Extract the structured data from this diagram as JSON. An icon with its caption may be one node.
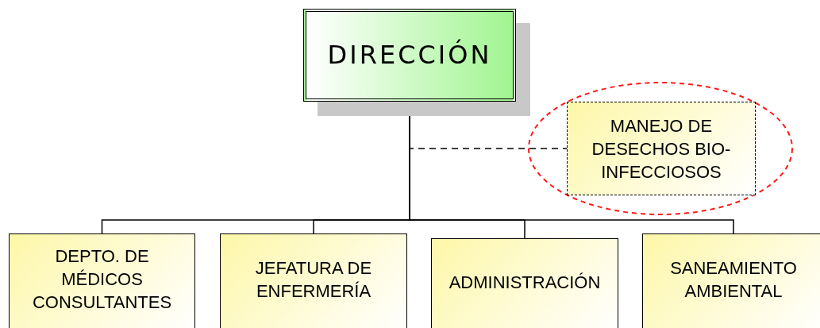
{
  "diagram": {
    "nodes": [
      {
        "text": [
          "DIRECCIÓN"
        ]
      },
      {
        "text": [
          "MANEJO DE DESECHOS BIO-INFECCIOSOS"
        ]
      },
      {
        "text": [
          "DEPTO. DE MÉDICOS CONSULTANTES"
        ]
      },
      {
        "text": [
          "JEFATURA DE ENFERMERÍA"
        ]
      },
      {
        "text": [
          "ADMINISTRACIÓN"
        ]
      },
      {
        "text": [
          "SANEAMIENTO AMBIENTAL"
        ]
      }
    ],
    "edges": [
      {
        "from": 0,
        "to": 1,
        "arrow": "none",
        "style": "dashed"
      },
      {
        "from": 0,
        "to": 2,
        "arrow": "none"
      },
      {
        "from": 0,
        "to": 3,
        "arrow": "none"
      },
      {
        "from": 0,
        "to": 4,
        "arrow": "none"
      },
      {
        "from": 0,
        "to": 5,
        "arrow": "none"
      }
    ]
  }
}
